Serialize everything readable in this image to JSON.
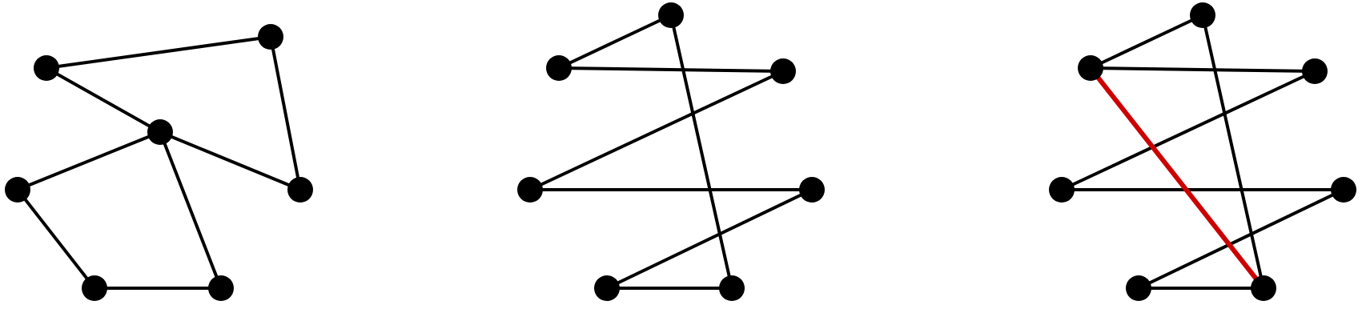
{
  "colors": {
    "background": "#ffffff",
    "vertex": "#000000",
    "edge": "#000000",
    "highlight_edge": "#cc0000"
  },
  "graphs": [
    {
      "id": "graph-left",
      "vertex_count": 7,
      "edges": [
        [
          0,
          1
        ],
        [
          0,
          2
        ],
        [
          1,
          3
        ],
        [
          2,
          3
        ],
        [
          2,
          4
        ],
        [
          2,
          5
        ],
        [
          4,
          6
        ],
        [
          5,
          6
        ]
      ],
      "highlighted_edges": []
    },
    {
      "id": "graph-middle",
      "vertex_count": 7,
      "edges": [
        [
          0,
          1
        ],
        [
          1,
          2
        ],
        [
          2,
          3
        ],
        [
          3,
          4
        ],
        [
          4,
          5
        ],
        [
          5,
          6
        ],
        [
          6,
          0
        ]
      ],
      "highlighted_edges": []
    },
    {
      "id": "graph-right",
      "vertex_count": 7,
      "edges": [
        [
          0,
          1
        ],
        [
          1,
          2
        ],
        [
          2,
          3
        ],
        [
          3,
          4
        ],
        [
          4,
          5
        ],
        [
          5,
          6
        ],
        [
          6,
          0
        ],
        [
          1,
          6
        ]
      ],
      "highlighted_edges": [
        [
          1,
          6
        ]
      ]
    }
  ]
}
